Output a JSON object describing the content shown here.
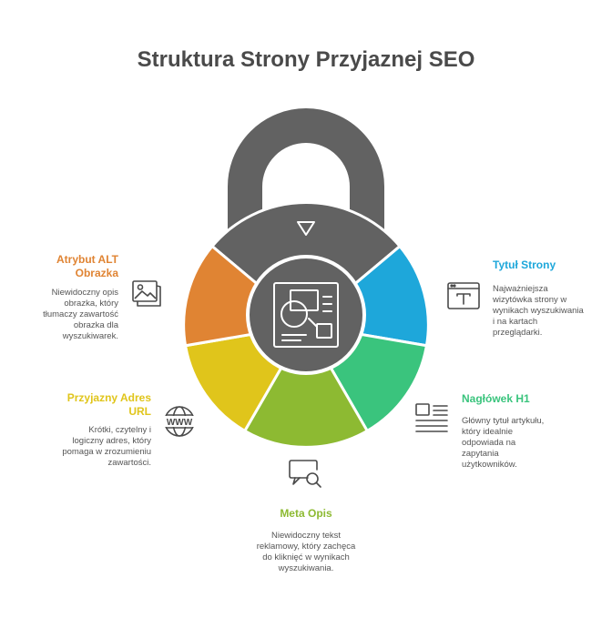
{
  "title": "Struktura Strony Przyjaznej SEO",
  "colors": {
    "dark_gray": "#626262",
    "orange": "#e08433",
    "blue": "#1ea7da",
    "green": "#3ac47d",
    "yellow_green": "#8dba32",
    "yellow": "#e0c51b",
    "title_text": "#4a4a4a"
  },
  "items": [
    {
      "key": "alt",
      "label": "Atrybut ALT Obrazka",
      "description": "Niewidoczny opis obrazka, który tłumaczy zawartość obrazka dla wyszukiwarek.",
      "icon": "image-icon",
      "color": "#e08433"
    },
    {
      "key": "title",
      "label": "Tytuł Strony",
      "description": "Najważniejsza wizytówka strony w wynikach wyszukiwania i na kartach przeglądarki.",
      "icon": "browser-title-icon",
      "color": "#1ea7da"
    },
    {
      "key": "url",
      "label": "Przyjazny Adres URL",
      "description": "Krótki, czytelny i logiczny adres, który pomaga w zrozumieniu zawartości.",
      "icon": "www-globe-icon",
      "color": "#e0c51b"
    },
    {
      "key": "h1",
      "label": "Nagłówek H1",
      "description": "Główny tytuł artykułu, który idealnie odpowiada na zapytania użytkowników.",
      "icon": "heading-document-icon",
      "color": "#3ac47d"
    },
    {
      "key": "meta",
      "label": "Meta Opis",
      "description": "Niewidoczny tekst reklamowy, który zachęca do kliknięć w wynikach wyszukiwania.",
      "icon": "search-message-icon",
      "color": "#8dba32"
    }
  ]
}
